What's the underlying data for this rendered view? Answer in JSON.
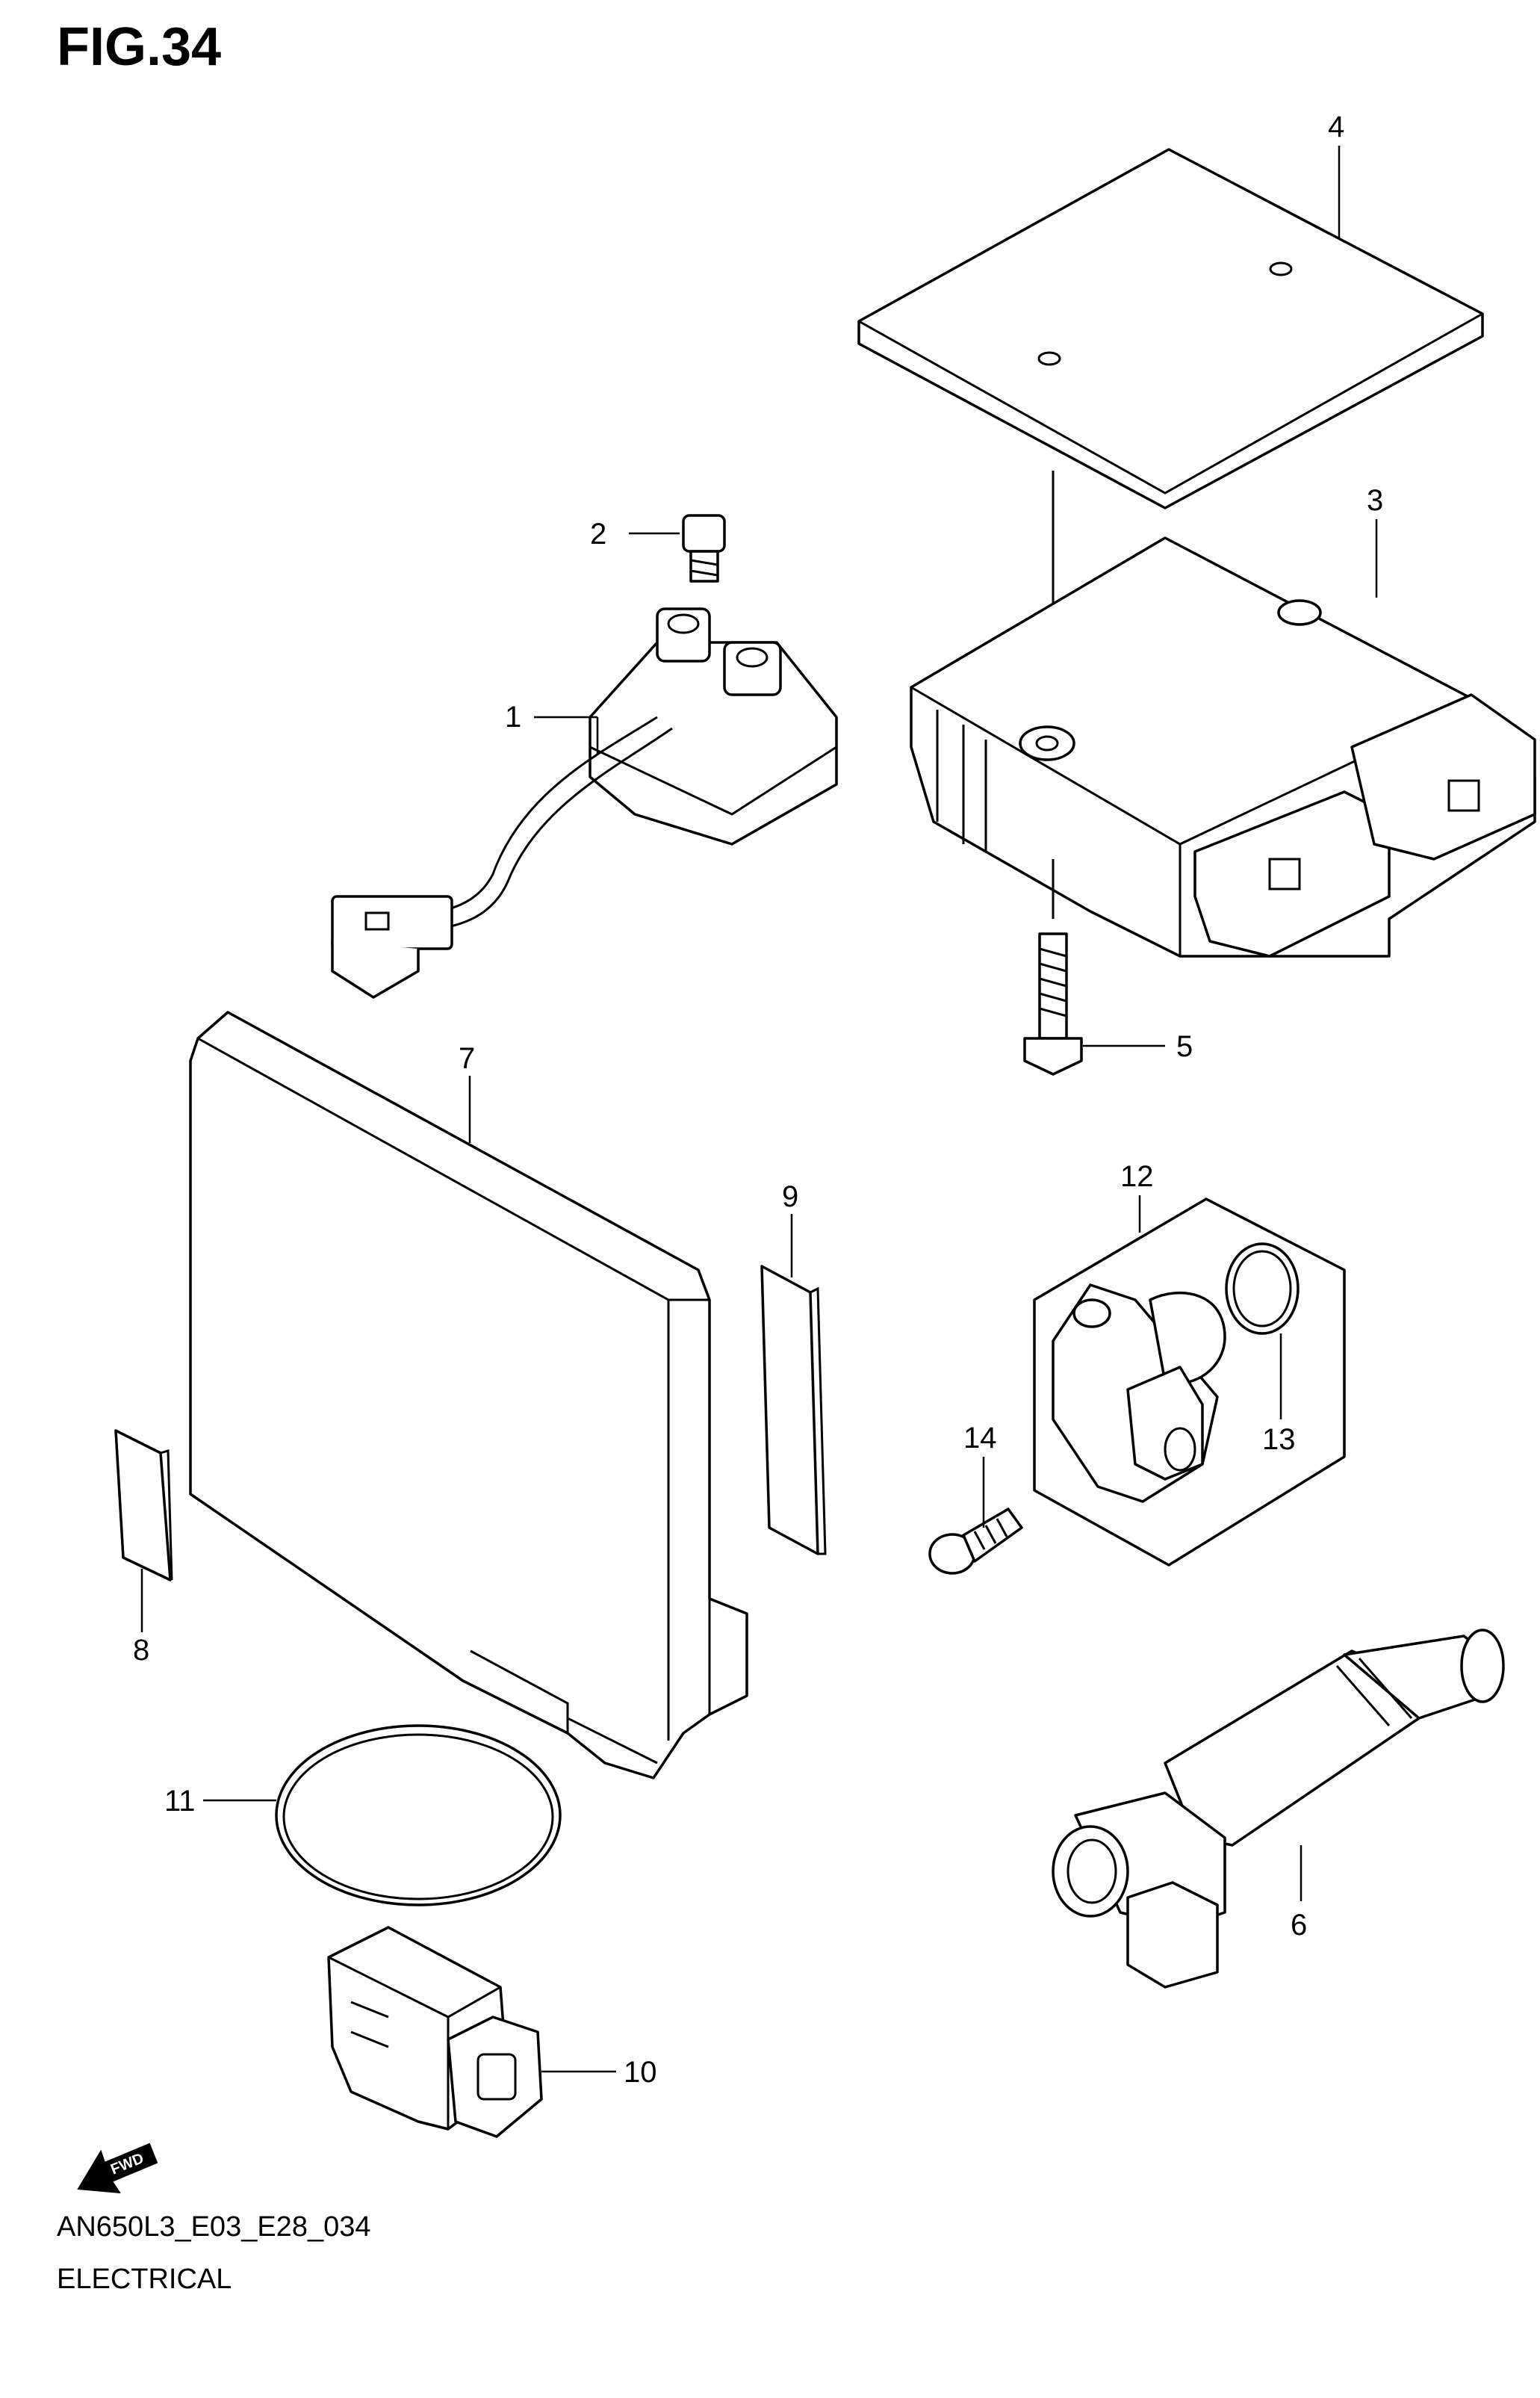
{
  "figure": {
    "title": "FIG.34",
    "code": "AN650L3_E03_E28_034",
    "name": "ELECTRICAL"
  },
  "callouts": [
    "1",
    "2",
    "3",
    "4",
    "5",
    "6",
    "7",
    "8",
    "9",
    "10",
    "11",
    "12",
    "13",
    "14"
  ],
  "fwd_label": "FWD"
}
